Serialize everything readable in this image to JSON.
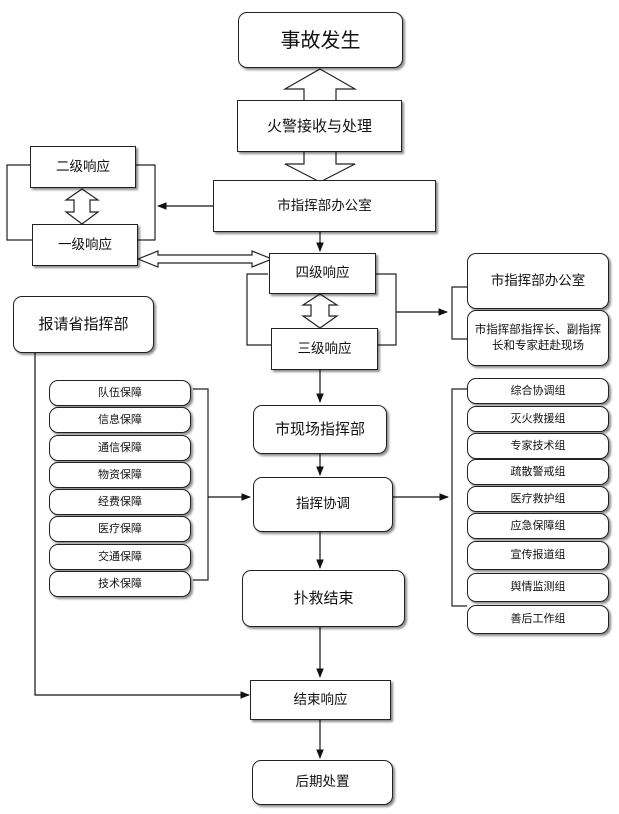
{
  "nodes": {
    "accident": "事故发生",
    "alarm": "火警接收与处理",
    "city_office": "市指挥部办公室",
    "level2": "二级响应",
    "level1": "一级响应",
    "level4": "四级响应",
    "level3": "三级响应",
    "report_province": "报请省指挥部",
    "right_office": "市指挥部办公室",
    "right_leaders": "市指挥部指挥长、副指挥长和专家赶赴现场",
    "field_hq": "市现场指挥部",
    "coordination": "指挥协调",
    "rescue_end": "扑救结束",
    "end_response": "结束响应",
    "aftermath": "后期处置"
  },
  "support_items": [
    "队伍保障",
    "信息保障",
    "通信保障",
    "物资保障",
    "经费保障",
    "医疗保障",
    "交通保障",
    "技术保障"
  ],
  "working_groups": [
    "综合协调组",
    "灭火救援组",
    "专家技术组",
    "疏散警戒组",
    "医疗救护组",
    "应急保障组",
    "宣传报道组",
    "舆情监测组",
    "善后工作组"
  ]
}
